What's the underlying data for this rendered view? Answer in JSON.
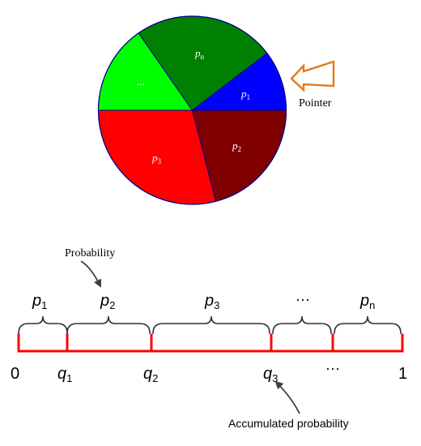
{
  "wheel": {
    "segments": [
      {
        "sub": "1",
        "fill": "#0000ff",
        "tcolor": "#ffffff"
      },
      {
        "sub": "2",
        "fill": "#800000",
        "tcolor": "#ffffff"
      },
      {
        "sub": "3",
        "fill": "#ff0000",
        "tcolor": "#ffffff"
      },
      {
        "label": "...",
        "fill": "#00ff00",
        "tcolor": "#ffffff"
      },
      {
        "sub": "n",
        "fill": "#008000",
        "tcolor": "#ffffff"
      }
    ],
    "italic_letter": "p",
    "border_color": "#00008b",
    "pointer_label": "Pointer",
    "pointer_color": "#e07b1a"
  },
  "line": {
    "color": "#ff0000",
    "start_label": "0",
    "end_label": "1",
    "italic_p": "p",
    "italic_q": "q",
    "p_labels": [
      {
        "sub": "1"
      },
      {
        "sub": "2"
      },
      {
        "sub": "3"
      },
      {
        "dots": "···"
      },
      {
        "sub": "n"
      }
    ],
    "q_labels": [
      {
        "sub": "1"
      },
      {
        "sub": "2"
      },
      {
        "sub": "3"
      },
      {
        "dots": "···"
      }
    ],
    "annotations": {
      "probability": "Probability",
      "accumulated": "Accumulated probability"
    }
  }
}
